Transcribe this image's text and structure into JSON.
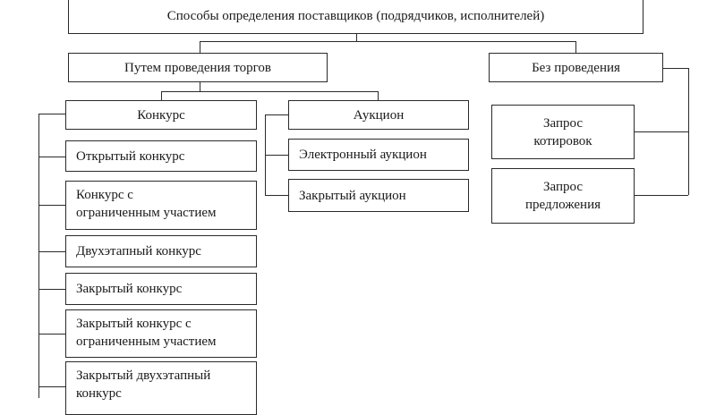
{
  "root": {
    "label": "Способы определения поставщиков (подрядчиков, исполнителей)"
  },
  "branches": {
    "tenders": {
      "label": "Путем проведения торгов"
    },
    "no_tenders": {
      "label": "Без проведения"
    }
  },
  "konkurs": {
    "label": "Конкурс",
    "items": [
      {
        "lines": [
          "Открытый конкурс"
        ]
      },
      {
        "lines": [
          "Конкурс с",
          "ограниченным участием"
        ]
      },
      {
        "lines": [
          "Двухэтапный конкурс"
        ]
      },
      {
        "lines": [
          "Закрытый конкурс"
        ]
      },
      {
        "lines": [
          "Закрытый конкурс с",
          "ограниченным участием"
        ]
      },
      {
        "lines": [
          "Закрытый двухэтапный",
          "конкурс"
        ]
      }
    ]
  },
  "auction": {
    "label": "Аукцион",
    "items": [
      {
        "lines": [
          "Электронный аукцион"
        ]
      },
      {
        "lines": [
          "Закрытый аукцион"
        ]
      }
    ]
  },
  "no_tender_items": [
    {
      "lines": [
        "Запрос",
        "котировок"
      ]
    },
    {
      "lines": [
        "Запрос",
        "предложения"
      ]
    }
  ]
}
